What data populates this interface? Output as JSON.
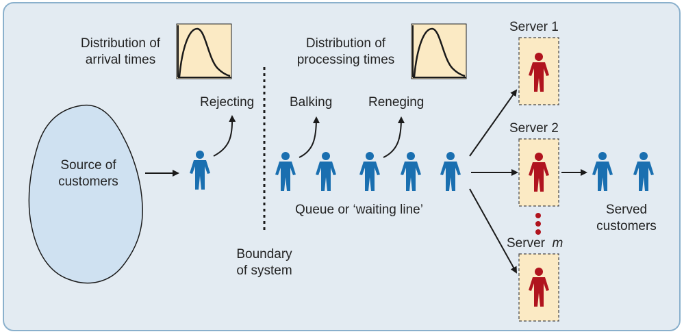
{
  "labels": {
    "arrival_dist": [
      "Distribution of",
      "arrival times"
    ],
    "processing_dist": [
      "Distribution of",
      "processing times"
    ],
    "rejecting": "Rejecting",
    "balking": "Balking",
    "reneging": "Reneging",
    "source": [
      "Source of",
      "customers"
    ],
    "queue": "Queue or ‘waiting line’",
    "boundary": [
      "Boundary",
      "of system"
    ],
    "server1": "Server 1",
    "server2": "Server 2",
    "serverm_prefix": "Server",
    "serverm_var": "m",
    "served": [
      "Served",
      "customers"
    ]
  },
  "colors": {
    "background": "#e3ebf2",
    "border": "#8ab0cc",
    "customer": "#1a6fb0",
    "server_person": "#b0141e",
    "server_box": "#fbeac4",
    "source_cloud": "#cfe1f1",
    "arrow": "#1a1a1a"
  },
  "icons": {
    "customer": "person-icon",
    "server": "server-person-icon",
    "distribution": "distribution-curve-icon"
  }
}
